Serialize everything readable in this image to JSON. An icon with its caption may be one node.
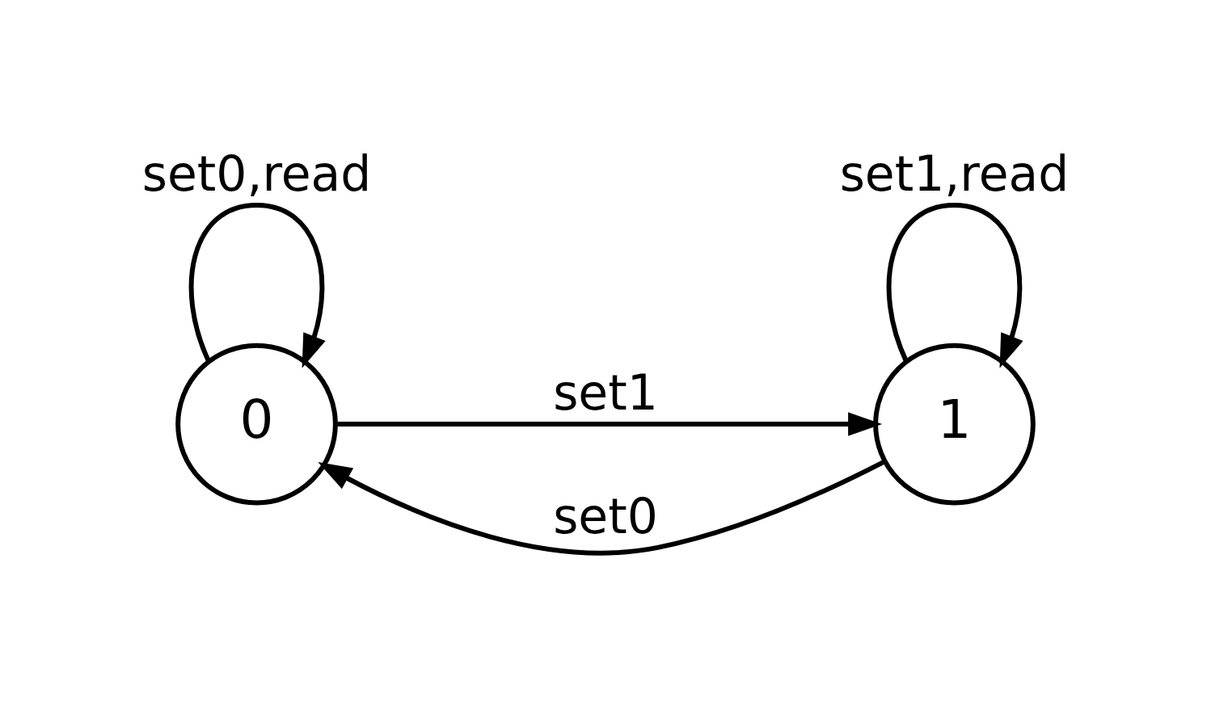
{
  "diagram": {
    "nodes": [
      {
        "text": [
          "0"
        ]
      },
      {
        "text": [
          "1"
        ]
      }
    ],
    "edges": [
      {
        "from": 0,
        "to": 0,
        "arrow": "to",
        "label": "set0,read"
      },
      {
        "from": 1,
        "to": 1,
        "arrow": "to",
        "label": "set1,read"
      },
      {
        "from": 1,
        "to": 0,
        "arrow": "to",
        "label": "set0"
      },
      {
        "from": 0,
        "to": 1,
        "arrow": "to",
        "label": "set1"
      }
    ]
  }
}
